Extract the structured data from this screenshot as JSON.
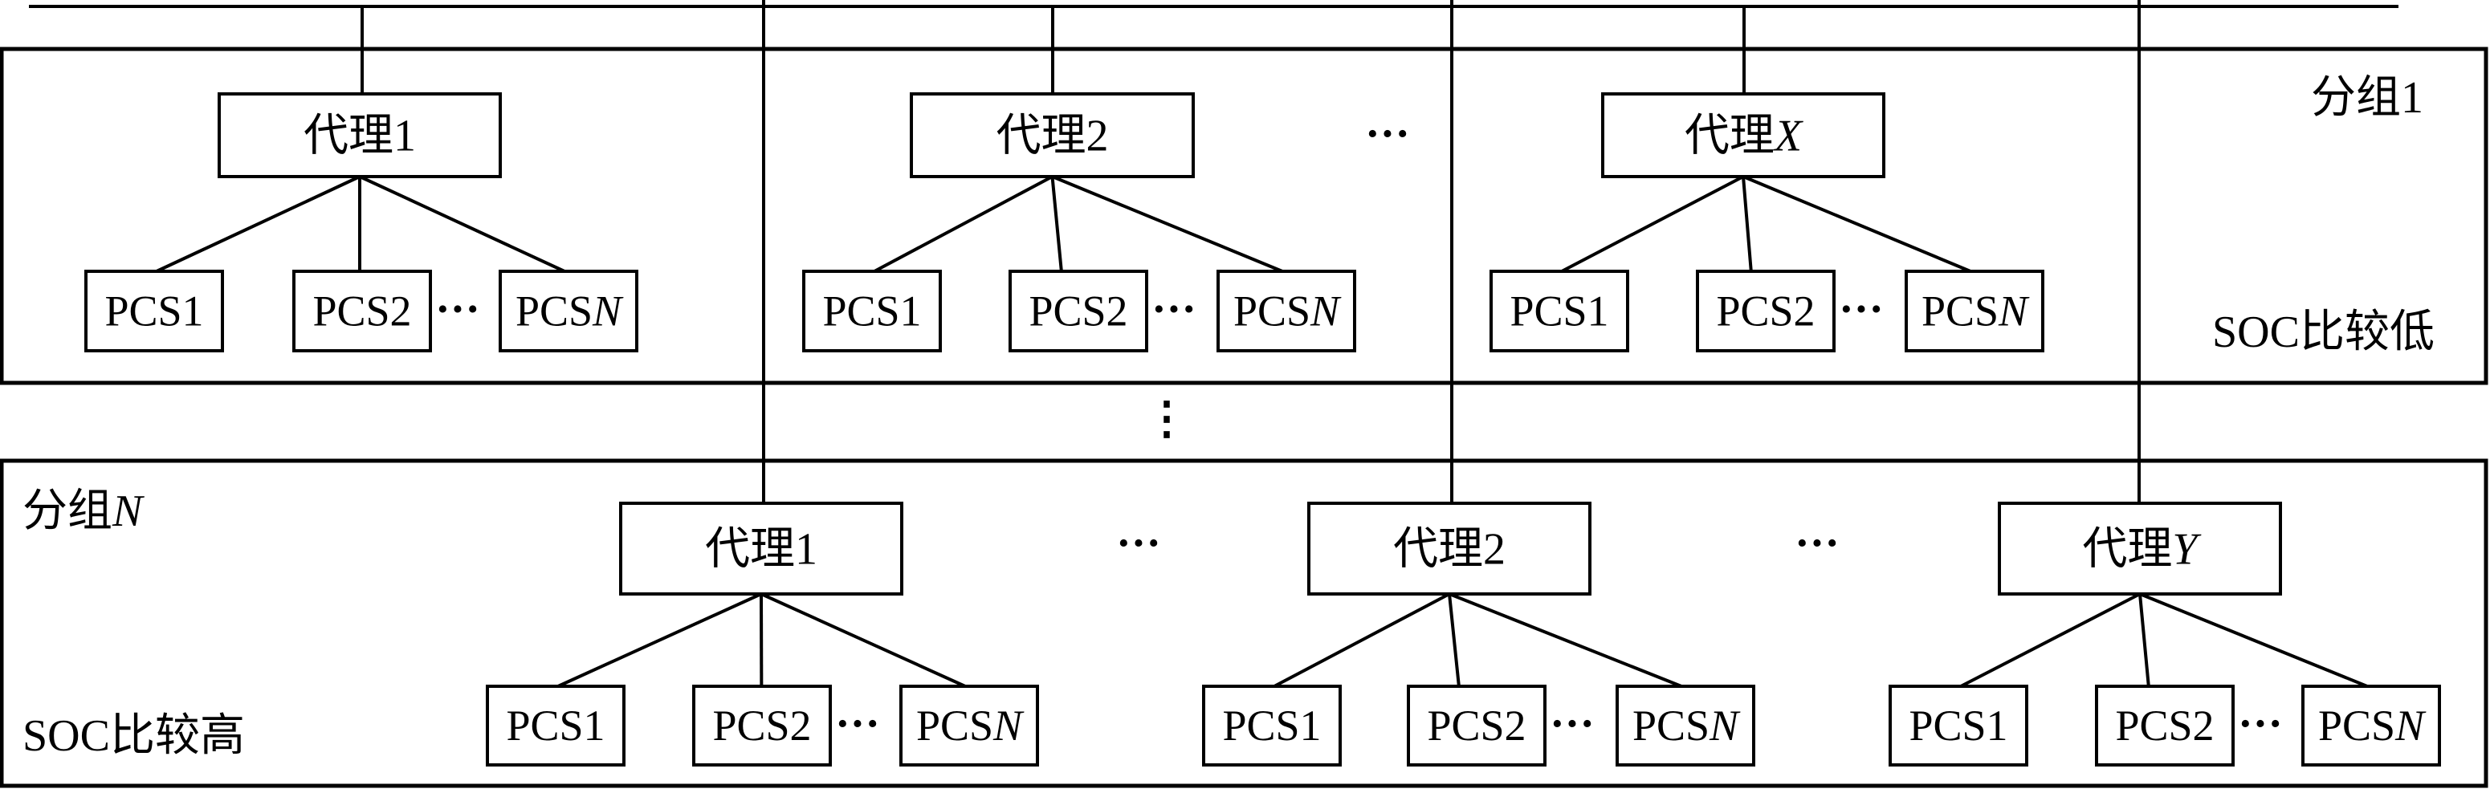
{
  "groups": [
    {
      "label": "分组1",
      "soc_label": "SOC比较低",
      "agents": [
        {
          "label": "代理1",
          "pcs": [
            "PCS1",
            "PCS2",
            "PCSN"
          ]
        },
        {
          "label": "代理2",
          "pcs": [
            "PCS1",
            "PCS2",
            "PCSN"
          ]
        },
        {
          "label": "代理X",
          "pcs": [
            "PCS1",
            "PCS2",
            "PCSN"
          ]
        }
      ]
    },
    {
      "label": "分组N",
      "soc_label": "SOC比较高",
      "agents": [
        {
          "label": "代理1",
          "pcs": [
            "PCS1",
            "PCS2",
            "PCSN"
          ]
        },
        {
          "label": "代理2",
          "pcs": [
            "PCS1",
            "PCS2",
            "PCSN"
          ]
        },
        {
          "label": "代理Y",
          "pcs": [
            "PCS1",
            "PCS2",
            "PCSN"
          ]
        }
      ]
    }
  ],
  "ellipsis_h": "···",
  "ellipsis_v": "⋮"
}
